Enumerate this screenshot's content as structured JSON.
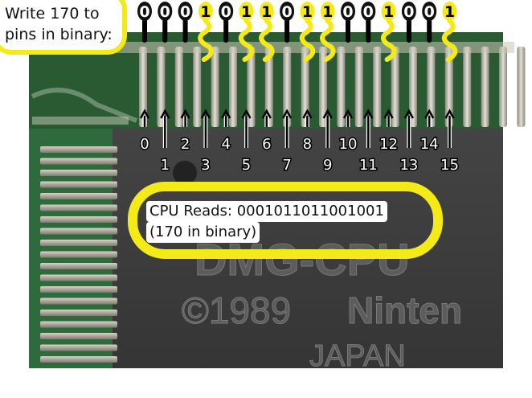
{
  "annotation_title": {
    "line1": "Write 170 to",
    "line2": "pins in binary:"
  },
  "bits_top": [
    "0",
    "0",
    "0",
    "1",
    "0",
    "1",
    "1",
    "0",
    "1",
    "1",
    "0",
    "0",
    "1",
    "0",
    "0",
    "1"
  ],
  "pin_numbers": [
    "0",
    "1",
    "2",
    "3",
    "4",
    "5",
    "6",
    "7",
    "8",
    "9",
    "10",
    "11",
    "12",
    "13",
    "14",
    "15"
  ],
  "cpu_reads": {
    "line1": "CPU Reads: 0001011011001001",
    "line2": "(170 in binary)"
  },
  "chip_text": {
    "part": "DMG-CPU",
    "copyright": "©1989",
    "maker": "Ninten",
    "country": "JAPAN"
  },
  "colors": {
    "highlight": "#f4ea18",
    "pcb": "#2f6a3c",
    "chip": "#3a3a3a",
    "pin": "#b9b6a8"
  }
}
